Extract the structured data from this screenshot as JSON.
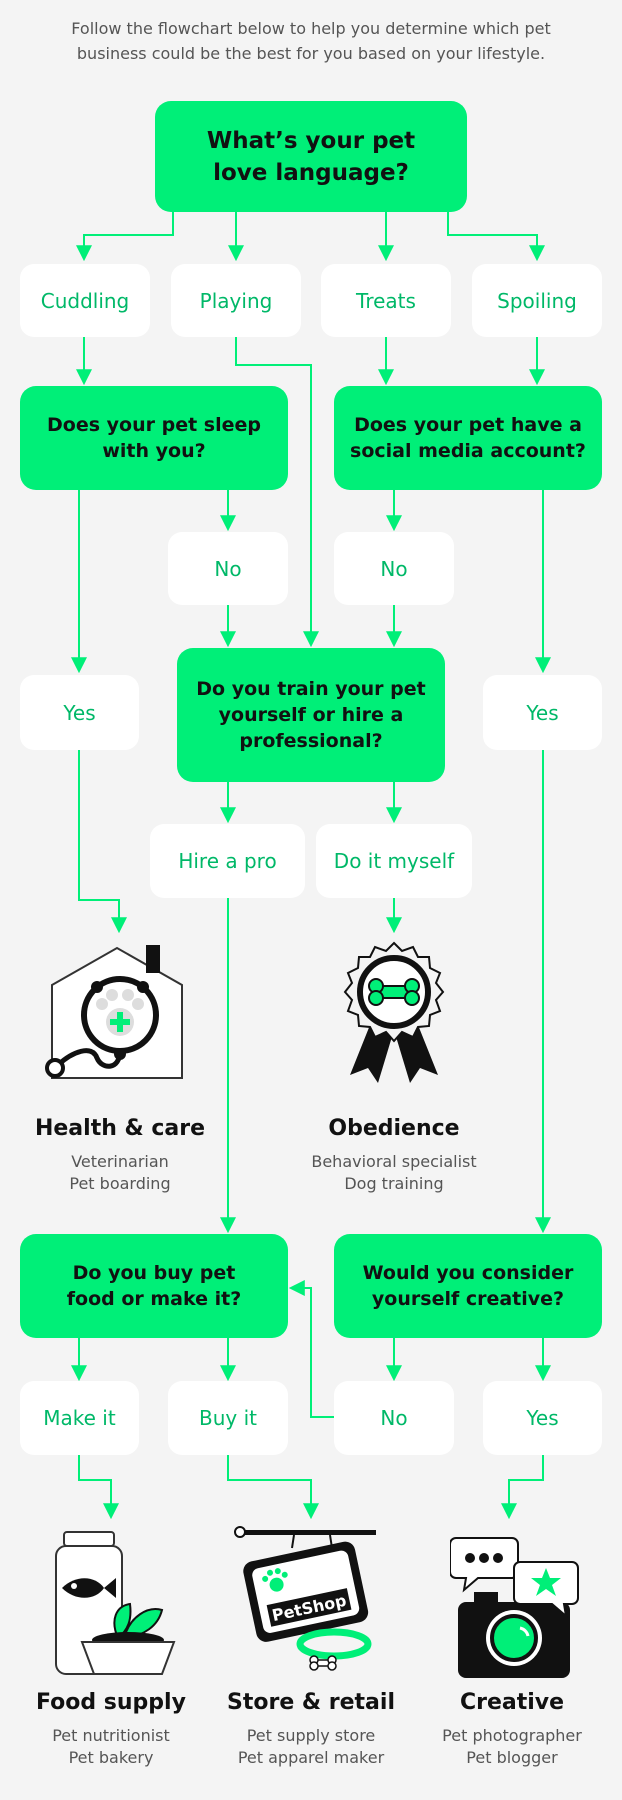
{
  "intro": "Follow the flowchart below to help you determine which pet business could be the best for you based on your lifestyle.",
  "colors": {
    "accent": "#00ef78",
    "answer_text": "#00b868",
    "background": "#f4f4f4"
  },
  "questions": {
    "q1": "What’s your pet love language?",
    "q2": "Does your pet sleep with you?",
    "q3": "Does your pet have a social media account?",
    "q4": "Do you train your pet yourself or hire a professional?",
    "q5": "Do you buy pet food or make it?",
    "q6": "Would you consider yourself creative?"
  },
  "answers": {
    "cuddling": "Cuddling",
    "playing": "Playing",
    "treats": "Treats",
    "spoiling": "Spoiling",
    "no_sleep": "No",
    "no_social": "No",
    "yes_sleep": "Yes",
    "yes_social": "Yes",
    "hire_pro": "Hire a pro",
    "do_myself": "Do it myself",
    "make_it": "Make it",
    "buy_it": "Buy it",
    "no_creative": "No",
    "yes_creative": "Yes"
  },
  "results": {
    "health": {
      "title": "Health & care",
      "line1": "Veterinarian",
      "line2": "Pet boarding",
      "icon": "house-stethoscope-icon"
    },
    "obedience": {
      "title": "Obedience",
      "line1": "Behavioral specialist",
      "line2": "Dog training",
      "icon": "award-ribbon-bone-icon"
    },
    "food": {
      "title": "Food supply",
      "line1": "Pet nutritionist",
      "line2": "Pet bakery",
      "icon": "food-jar-bowl-icon"
    },
    "store": {
      "title": "Store & retail",
      "line1": "Pet supply store",
      "line2": "Pet apparel maker",
      "icon": "petshop-sign-icon",
      "sign_text": "PetShop"
    },
    "creative": {
      "title": "Creative",
      "line1": "Pet photographer",
      "line2": "Pet blogger",
      "icon": "camera-chat-icon"
    }
  }
}
